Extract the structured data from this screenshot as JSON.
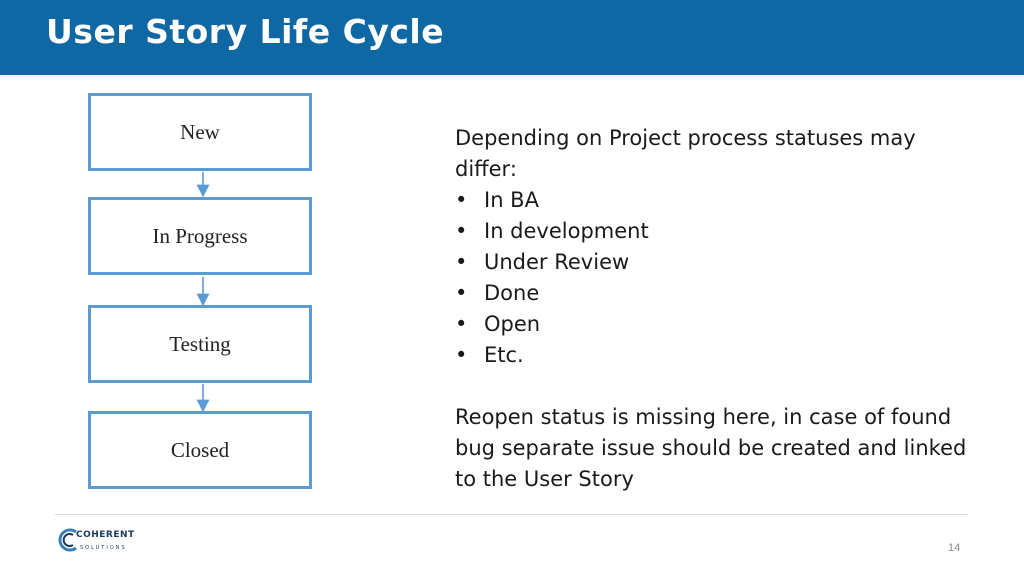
{
  "header": {
    "title": "User Story Life Cycle"
  },
  "flow": {
    "steps": [
      {
        "label": "New"
      },
      {
        "label": "In Progress"
      },
      {
        "label": "Testing"
      },
      {
        "label": "Closed"
      }
    ],
    "colors": {
      "border": "#5b9bd5",
      "arrow": "#5b9bd5"
    }
  },
  "description": {
    "intro": "Depending on Project process statuses may differ:",
    "bullet_glyph": "•",
    "bullets": [
      "In BA",
      "In development",
      "Under Review",
      "Done",
      "Open",
      "Etc."
    ],
    "note": "Reopen status is missing here, in case of found bug separate issue should be created and linked to the User Story"
  },
  "footer": {
    "logo_name": "COHERENT",
    "logo_tagline": "SOLUTIONS",
    "page_number": "14"
  },
  "colors": {
    "header_bg": "#0f67a3",
    "header_text": "#ffffff"
  }
}
